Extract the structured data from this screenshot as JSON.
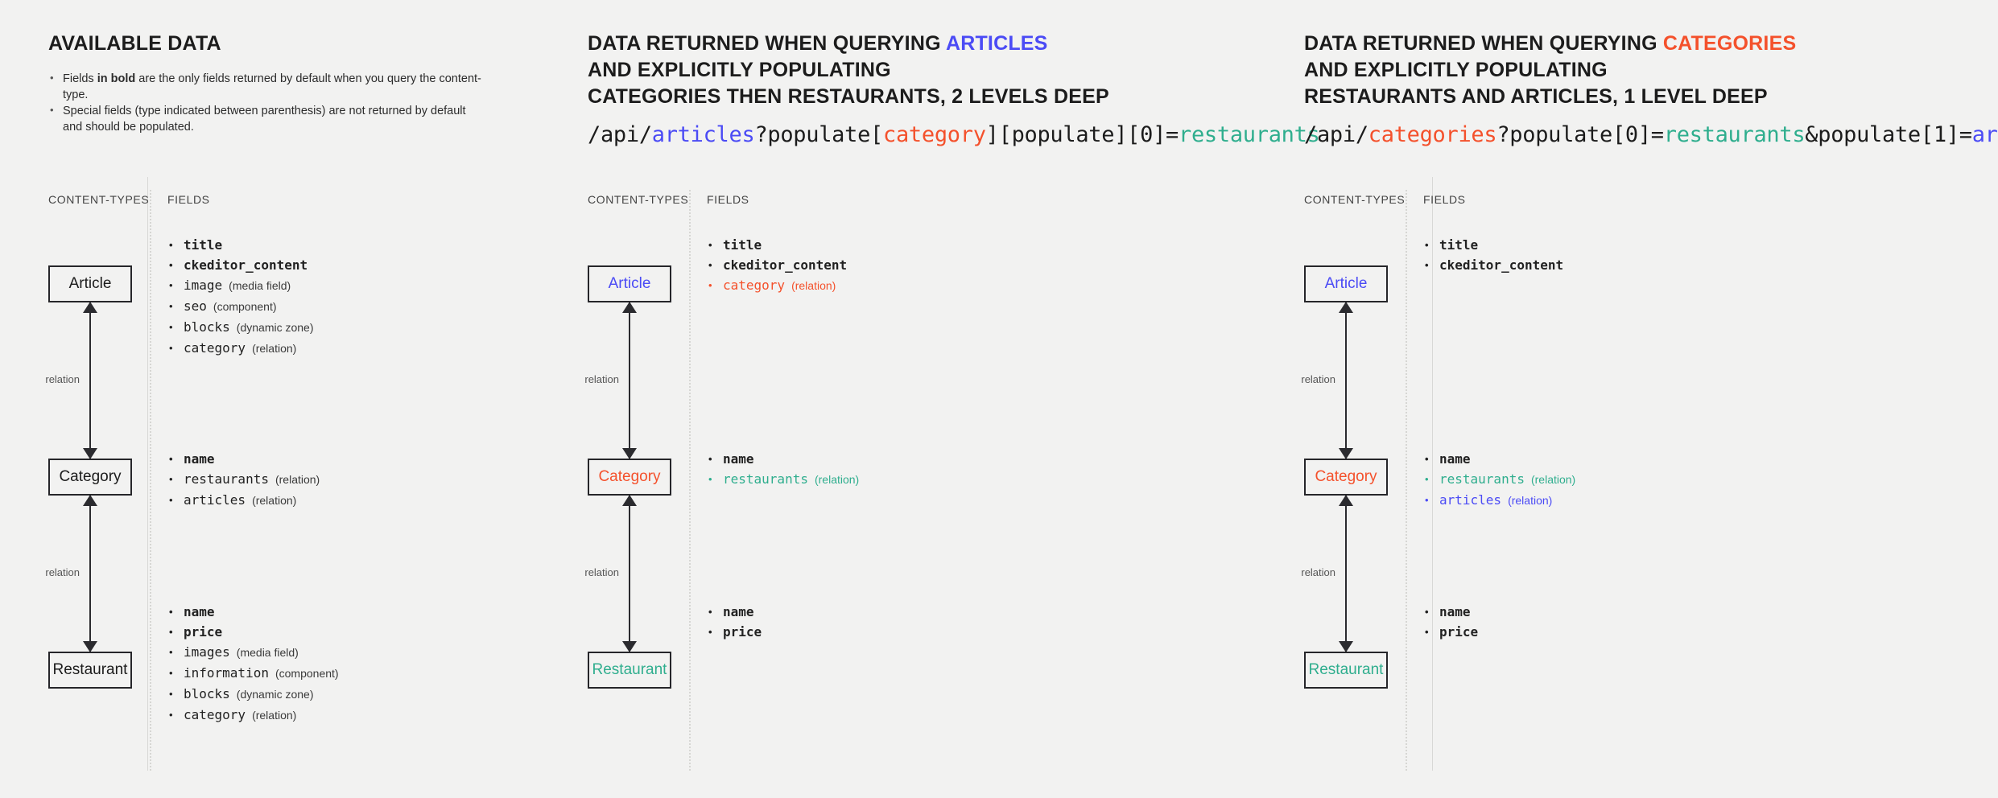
{
  "theme": {
    "background": "#f2f2f1",
    "ink": "#1c1c1c",
    "blue": "#4b4bf5",
    "red": "#f4512c",
    "teal": "#2fae8e"
  },
  "columns": {
    "content_types_label": "CONTENT-TYPES",
    "fields_label": "FIELDS",
    "relation_label": "relation"
  },
  "panels": [
    {
      "heading": {
        "lines": [
          "AVAILABLE DATA"
        ]
      },
      "notes": [
        {
          "pre": "Fields ",
          "bold": "in bold",
          "post": " are the only fields returned by default when you query the content-type."
        },
        {
          "pre": "Special fields (type indicated between parenthesis) are not returned by default",
          "bold": "",
          "post": ""
        }
      ],
      "note_continuation": "and should be populated.",
      "url": "",
      "nodes": [
        {
          "name": "Article",
          "color": "ink",
          "fields": [
            {
              "name": "title",
              "type": "",
              "bold": true,
              "color": "ink"
            },
            {
              "name": "ckeditor_content",
              "type": "",
              "bold": true,
              "color": "ink"
            },
            {
              "name": "image",
              "type": "(media field)",
              "bold": false,
              "color": "ink"
            },
            {
              "name": "seo",
              "type": "(component)",
              "bold": false,
              "color": "ink"
            },
            {
              "name": "blocks",
              "type": "(dynamic zone)",
              "bold": false,
              "color": "ink"
            },
            {
              "name": "category",
              "type": "(relation)",
              "bold": false,
              "color": "ink"
            }
          ]
        },
        {
          "name": "Category",
          "color": "ink",
          "fields": [
            {
              "name": "name",
              "type": "",
              "bold": true,
              "color": "ink"
            },
            {
              "name": "restaurants",
              "type": "(relation)",
              "bold": false,
              "color": "ink"
            },
            {
              "name": "articles",
              "type": "(relation)",
              "bold": false,
              "color": "ink"
            }
          ]
        },
        {
          "name": "Restaurant",
          "color": "ink",
          "fields": [
            {
              "name": "name",
              "type": "",
              "bold": true,
              "color": "ink"
            },
            {
              "name": "price",
              "type": "",
              "bold": true,
              "color": "ink"
            },
            {
              "name": "images",
              "type": "(media field)",
              "bold": false,
              "color": "ink"
            },
            {
              "name": "information",
              "type": "(component)",
              "bold": false,
              "color": "ink"
            },
            {
              "name": "blocks",
              "type": "(dynamic zone)",
              "bold": false,
              "color": "ink"
            },
            {
              "name": "category",
              "type": "(relation)",
              "bold": false,
              "color": "ink"
            }
          ]
        }
      ]
    },
    {
      "heading": {
        "lines": [
          "DATA RETURNED WHEN QUERYING ",
          "AND EXPLICITLY POPULATING",
          "CATEGORIES THEN RESTAURANTS, 2 LEVELS DEEP"
        ],
        "accent_word": "ARTICLES",
        "accent_color": "blue"
      },
      "url_parts": [
        {
          "text": "/api/",
          "color": "ink"
        },
        {
          "text": "articles",
          "color": "blue"
        },
        {
          "text": "?populate[",
          "color": "ink"
        },
        {
          "text": "category",
          "color": "red"
        },
        {
          "text": "][populate][0]=",
          "color": "ink"
        },
        {
          "text": "restaurants",
          "color": "teal"
        }
      ],
      "nodes": [
        {
          "name": "Article",
          "color": "blue",
          "fields": [
            {
              "name": "title",
              "type": "",
              "bold": true,
              "color": "ink"
            },
            {
              "name": "ckeditor_content",
              "type": "",
              "bold": true,
              "color": "ink"
            },
            {
              "name": "category",
              "type": "(relation)",
              "bold": false,
              "color": "red"
            }
          ]
        },
        {
          "name": "Category",
          "color": "red",
          "fields": [
            {
              "name": "name",
              "type": "",
              "bold": true,
              "color": "ink"
            },
            {
              "name": "restaurants",
              "type": "(relation)",
              "bold": false,
              "color": "teal"
            }
          ]
        },
        {
          "name": "Restaurant",
          "color": "teal",
          "fields": [
            {
              "name": "name",
              "type": "",
              "bold": true,
              "color": "ink"
            },
            {
              "name": "price",
              "type": "",
              "bold": true,
              "color": "ink"
            }
          ]
        }
      ]
    },
    {
      "heading": {
        "lines": [
          "DATA RETURNED WHEN QUERYING ",
          "AND EXPLICITLY POPULATING",
          "RESTAURANTS AND ARTICLES, 1 LEVEL DEEP"
        ],
        "accent_word": "CATEGORIES",
        "accent_color": "red"
      },
      "url_parts": [
        {
          "text": "/api/",
          "color": "ink"
        },
        {
          "text": "categories",
          "color": "red"
        },
        {
          "text": "?populate[0]=",
          "color": "ink"
        },
        {
          "text": "restaurants",
          "color": "teal"
        },
        {
          "text": "&populate[1]=",
          "color": "ink"
        },
        {
          "text": "articles",
          "color": "blue"
        }
      ],
      "nodes": [
        {
          "name": "Article",
          "color": "blue",
          "fields": [
            {
              "name": "title",
              "type": "",
              "bold": true,
              "color": "ink"
            },
            {
              "name": "ckeditor_content",
              "type": "",
              "bold": true,
              "color": "ink"
            }
          ]
        },
        {
          "name": "Category",
          "color": "red",
          "fields": [
            {
              "name": "name",
              "type": "",
              "bold": true,
              "color": "ink"
            },
            {
              "name": "restaurants",
              "type": "(relation)",
              "bold": false,
              "color": "teal"
            },
            {
              "name": "articles",
              "type": "(relation)",
              "bold": false,
              "color": "blue"
            }
          ]
        },
        {
          "name": "Restaurant",
          "color": "teal",
          "fields": [
            {
              "name": "name",
              "type": "",
              "bold": true,
              "color": "ink"
            },
            {
              "name": "price",
              "type": "",
              "bold": true,
              "color": "ink"
            }
          ]
        }
      ]
    }
  ]
}
